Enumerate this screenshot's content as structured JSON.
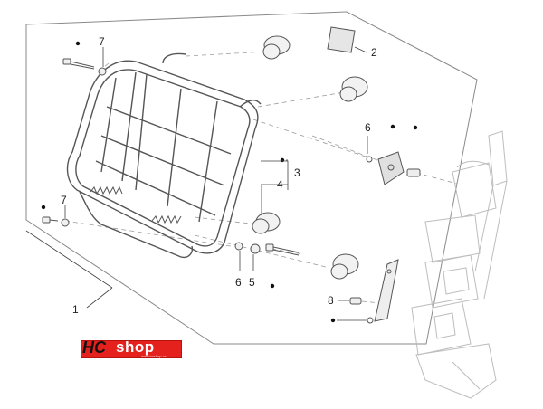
{
  "diagram": {
    "callouts": [
      {
        "id": "1",
        "text": "1"
      },
      {
        "id": "2",
        "text": "2"
      },
      {
        "id": "3",
        "text": "3"
      },
      {
        "id": "4",
        "text": "4"
      },
      {
        "id": "5",
        "text": "5"
      },
      {
        "id": "6a",
        "text": "6"
      },
      {
        "id": "6b",
        "text": "6"
      },
      {
        "id": "7a",
        "text": "7"
      },
      {
        "id": "7b",
        "text": "7"
      },
      {
        "id": "8",
        "text": "8"
      }
    ]
  },
  "logo": {
    "hc": "HC",
    "shop": "shop",
    "sub": "www.hcshop.cz",
    "colors": {
      "bg": "#e4211c",
      "hc": "#111111",
      "shop": "#ffffff"
    }
  },
  "colors": {
    "line": "#555555",
    "dash": "#9a9a9a",
    "part_fill": "#f2f2f2",
    "dot": "#111111"
  }
}
